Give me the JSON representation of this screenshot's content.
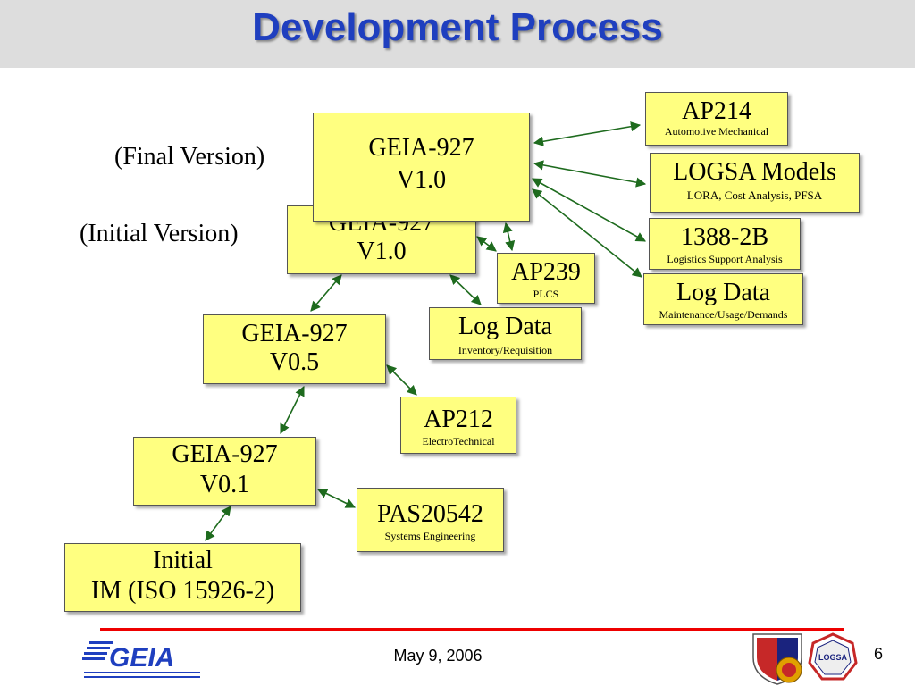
{
  "title": "Development Process",
  "labels": {
    "final": "(Final Version)",
    "initial": "(Initial Version)"
  },
  "boxes": {
    "geia_v10_initial": {
      "t1": "GEIA-927",
      "t2": "V1.0"
    },
    "geia_v10_final": {
      "t1": "GEIA-927",
      "t2": "V1.0"
    },
    "geia_v05": {
      "t1": "GEIA-927",
      "t2": "V0.5"
    },
    "geia_v01": {
      "t1": "GEIA-927",
      "t2": "V0.1"
    },
    "initial_im": {
      "t1": "Initial",
      "t2": "IM (ISO 15926-2)"
    },
    "ap214": {
      "t": "AP214",
      "s": "Automotive Mechanical"
    },
    "logsa": {
      "t": "LOGSA Models",
      "s": "LORA, Cost Analysis, PFSA"
    },
    "std1388": {
      "t": "1388-2B",
      "s": "Logistics Support Analysis"
    },
    "logdata_maint": {
      "t": "Log Data",
      "s": "Maintenance/Usage/Demands"
    },
    "ap239": {
      "t": "AP239",
      "s": "PLCS"
    },
    "logdata_inv": {
      "t": "Log Data",
      "s": "Inventory/Requisition"
    },
    "ap212": {
      "t": "AP212",
      "s": "ElectroTechnical"
    },
    "pas20542": {
      "t": "PAS20542",
      "s": "Systems Engineering"
    }
  },
  "footer": {
    "date": "May 9, 2006",
    "page": "6"
  },
  "logos": {
    "geia_text": "GEIA",
    "logsa_text": "LOGSA"
  },
  "colors": {
    "title": "#1f3fbf",
    "box_fill": "#ffff80",
    "arrow": "#1e6b1e",
    "footer_line": "#ee0000"
  }
}
